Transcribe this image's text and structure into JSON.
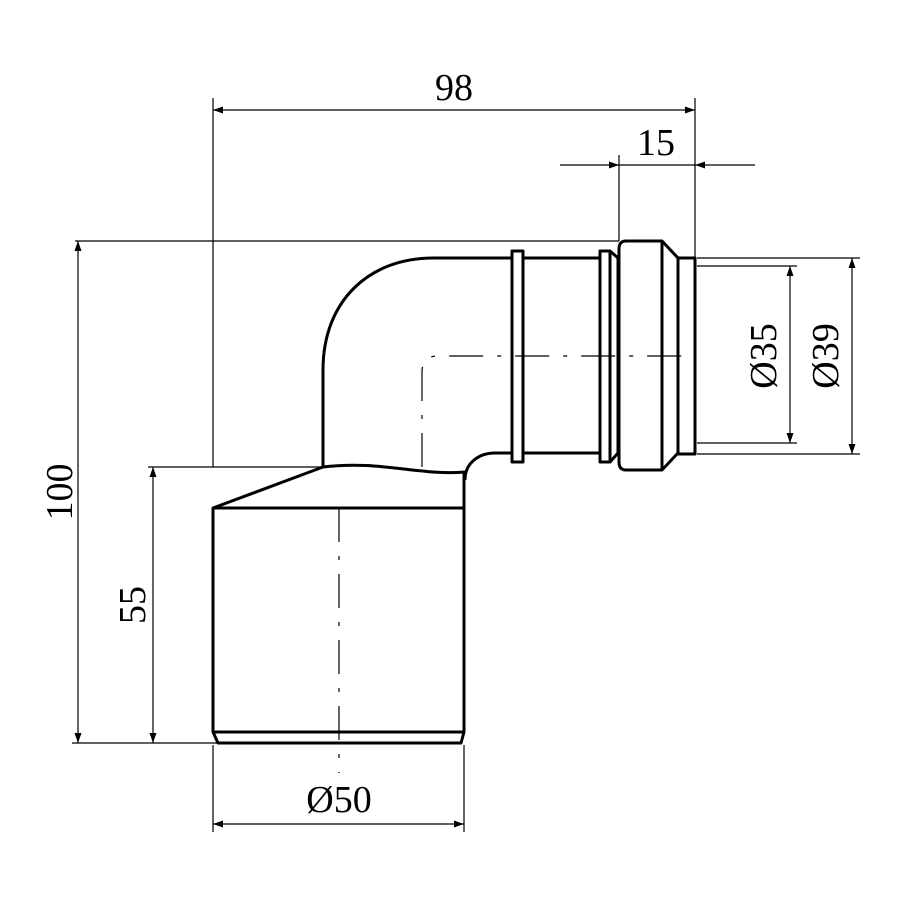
{
  "drawing": {
    "title": "90 degree pipe elbow reducer technical drawing",
    "colors": {
      "line": "#000000",
      "background": "#ffffff"
    },
    "dimensions": {
      "overall_width": "98",
      "socket_length": "15",
      "overall_height": "100",
      "lower_height": "55",
      "lower_diameter": "Ø50",
      "inner_diameter": "Ø35",
      "outer_diameter": "Ø39"
    }
  }
}
